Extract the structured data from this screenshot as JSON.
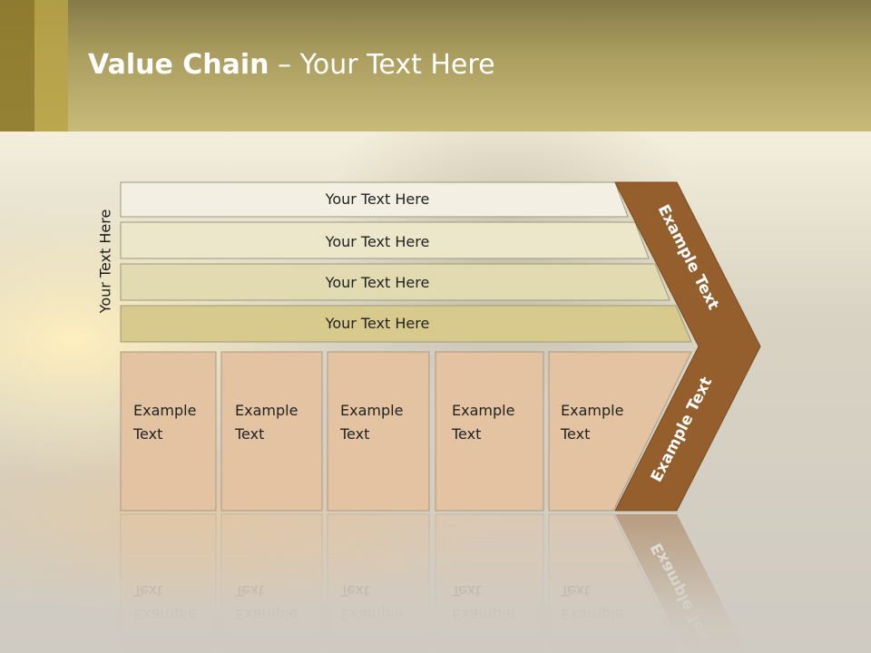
{
  "title": {
    "bold": "Value Chain",
    "rest": " – Your Text Here"
  },
  "side_label": "Your Text Here",
  "rows": [
    {
      "label": "Your Text Here",
      "color": "#f3f0e3"
    },
    {
      "label": "Your Text Here",
      "color": "#ece6ca"
    },
    {
      "label": "Your Text Here",
      "color": "#e2dbb2"
    },
    {
      "label": "Your Text Here",
      "color": "#d7ca8c"
    }
  ],
  "boxes": [
    {
      "line1": "Example",
      "line2": "Text"
    },
    {
      "line1": "Example",
      "line2": "Text"
    },
    {
      "line1": "Example",
      "line2": "Text"
    },
    {
      "line1": "Example",
      "line2": "Text"
    },
    {
      "line1": "Example",
      "line2": "Text"
    }
  ],
  "chevron": {
    "top_label": "Example Text",
    "bottom_label": "Example Text"
  },
  "colors": {
    "header": "#a99c5e",
    "chevron": "#955f2d",
    "box_fill": "#e3c3a2",
    "row_border": "#8a8a6a"
  }
}
